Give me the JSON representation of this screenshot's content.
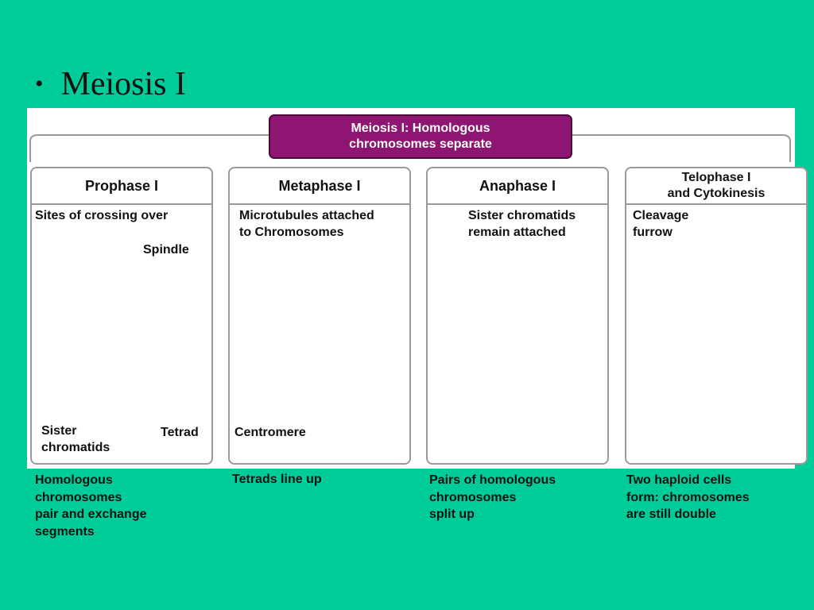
{
  "slide": {
    "bullet": "•",
    "title": "Meiosis I"
  },
  "banner": {
    "line1": "Meiosis I: Homologous",
    "line2": "chromosomes separate"
  },
  "panels": [
    {
      "title": "Prophase I",
      "labels": [
        "Sites of crossing over",
        "Spindle",
        "Sister",
        "chromatids",
        "Tetrad"
      ],
      "caption": [
        "Homologous",
        "chromosomes",
        "pair and exchange",
        "segments"
      ]
    },
    {
      "title": "Metaphase I",
      "labels": [
        "Microtubules attached",
        "to Chromosomes",
        "Centromere"
      ],
      "caption": [
        "Tetrads line up"
      ]
    },
    {
      "title": "Anaphase I",
      "labels": [
        "Sister chromatids",
        "remain attached"
      ],
      "caption": [
        "Pairs of homologous",
        "chromosomes",
        "split up"
      ]
    },
    {
      "title_line1": "Telophase I",
      "title_line2": "and Cytokinesis",
      "labels": [
        "Cleavage",
        "furrow"
      ],
      "caption": [
        "Two haploid cells",
        "form: chromosomes",
        "are still double"
      ]
    }
  ],
  "colors": {
    "background": "#00cc99",
    "banner": "#8e1572",
    "cell": "#8fd4c3",
    "chromosome_red": "#d92020",
    "chromosome_blue": "#2a7fc4"
  }
}
